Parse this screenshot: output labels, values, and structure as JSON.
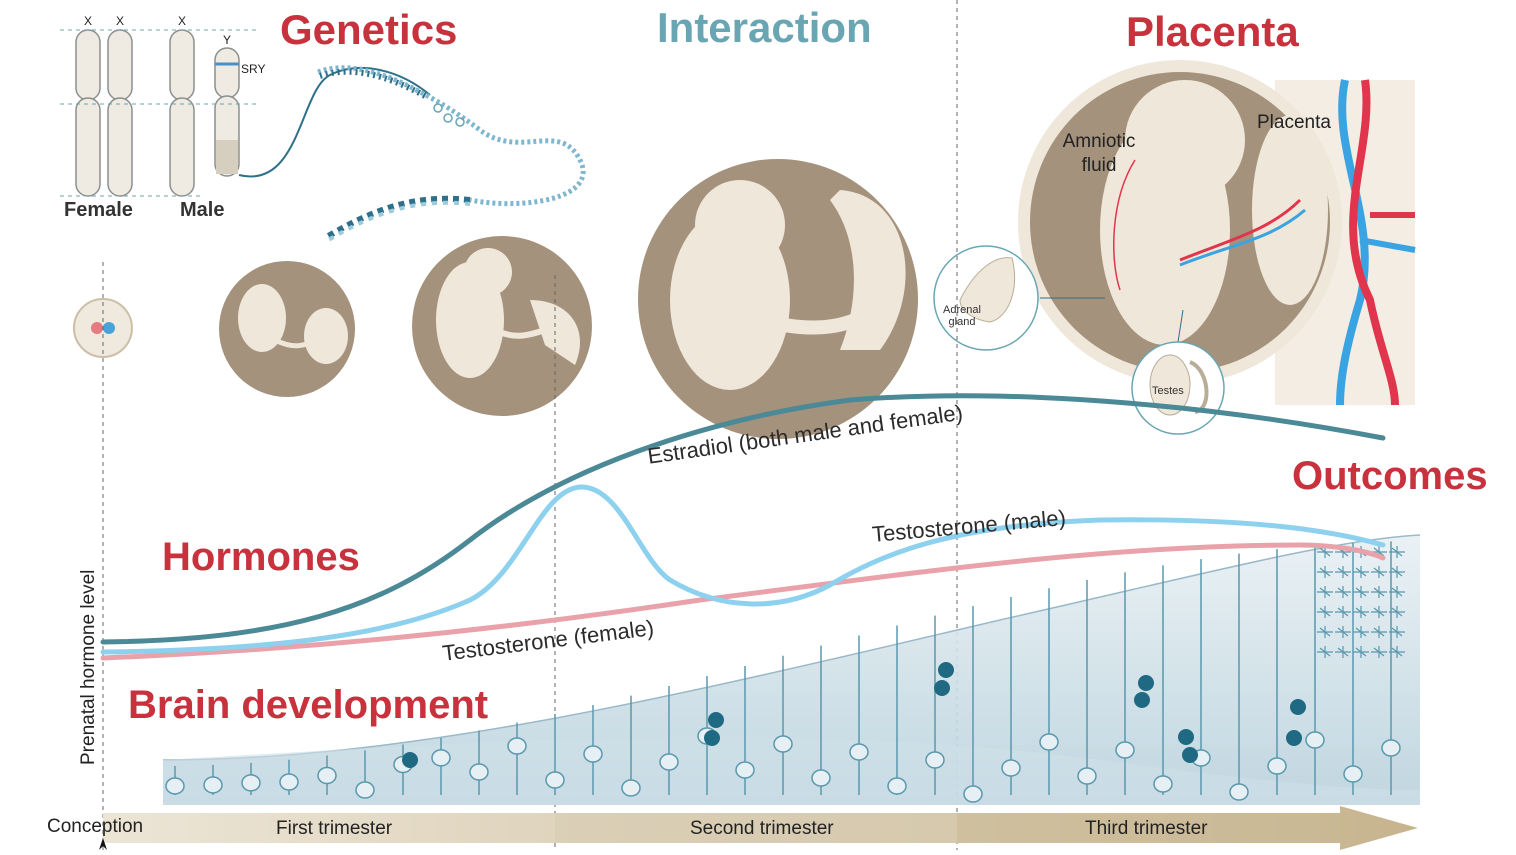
{
  "sections": {
    "genetics": "Genetics",
    "interaction": "Interaction",
    "placenta": "Placenta",
    "hormones": "Hormones",
    "brain_development": "Brain development",
    "outcomes": "Outcomes"
  },
  "chromosomes": {
    "female_label": "Female",
    "male_label": "Male",
    "x_label": "X",
    "y_label": "Y",
    "sry_label": "SRY"
  },
  "placenta_labels": {
    "amniotic_fluid": "Amniotic fluid",
    "placenta": "Placenta",
    "adrenal_gland": "Adrenal gland",
    "testes": "Testes"
  },
  "hormone_curves": {
    "estradiol": "Estradiol (both male and female)",
    "testosterone_male": "Testosterone (male)",
    "testosterone_female": "Testosterone (female)"
  },
  "y_axis_label": "Prenatal hormone level",
  "timeline": {
    "start": "Conception",
    "trimesters": [
      "First trimester",
      "Second trimester",
      "Third trimester"
    ]
  },
  "colors": {
    "red": "#c8323d",
    "teal": "#6aa5b3",
    "estradiol": "#4a8995",
    "testosterone_male": "#8dd1ee",
    "testosterone_female": "#e9a2aa",
    "embryo_bg": "#a4927c",
    "arrow": "#cbbb9d"
  }
}
